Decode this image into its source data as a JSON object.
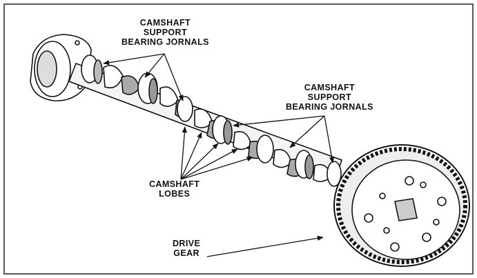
{
  "labels": {
    "upper_journals": [
      "CAMSHAFT",
      "SUPPORT",
      "BEARING JORNALS"
    ],
    "right_journals": [
      "CAMSHAFT",
      "SUPPORT",
      "BEARING JORNALS"
    ],
    "lobes": [
      "CAMSHAFT",
      "LOBES"
    ],
    "drive_gear": [
      "DRIVE",
      "GEAR"
    ]
  }
}
